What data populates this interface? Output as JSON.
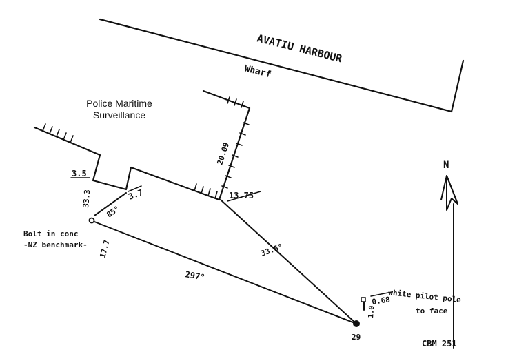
{
  "harbour_label": "AVATIU HARBOUR",
  "wharf_label": "Wharf",
  "building_label_line1": "Police Maritime",
  "building_label_line2": "Surveillance",
  "north_label": "N",
  "benchmark_label_line1": "Bolt in conc",
  "benchmark_label_line2": "-NZ benchmark-",
  "pilot_pole_label_line1": "white pilot pole",
  "pilot_pole_label_line2": "to face",
  "station_label": "CBM 251",
  "station_number": "29",
  "measurements": {
    "left_corner": "3.5",
    "left_offset": "3.7",
    "right_corner": "13.75",
    "east_wall": "20.09",
    "bolt_dist": "33.3",
    "angle_small": "85°",
    "line_to_station": "33.5°",
    "long_line": "297°",
    "bolt_angle": "17.7",
    "pole_distance": "0.68",
    "pole_small": "1.0"
  },
  "colors": {
    "ink": "#111111",
    "background": "#ffffff"
  }
}
